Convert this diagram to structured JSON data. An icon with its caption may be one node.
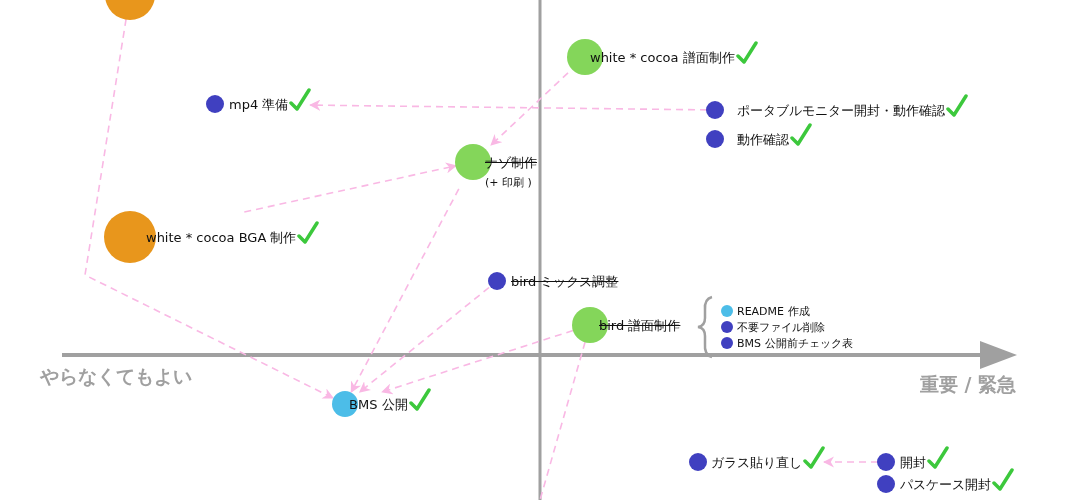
{
  "diagram": {
    "nodes": [
      {
        "text": [],
        "shape": "circle"
      },
      {
        "text": [
          "white * cocoa 譜面制作"
        ]
      },
      {
        "text": [
          "mp4 準備"
        ]
      },
      {
        "text": [
          "ポータブルモニター開封・動作確認"
        ]
      },
      {
        "text": [
          "動作確認"
        ]
      },
      {
        "text": [
          "ナゾ制作",
          "(+ 印刷 )"
        ]
      },
      {
        "text": [
          "white * cocoa BGA 制作"
        ]
      },
      {
        "text": [
          "bird ミックス調整"
        ]
      },
      {
        "text": [
          "bird 譜面制作"
        ]
      },
      {
        "text": [
          "README 作成"
        ]
      },
      {
        "text": [
          "不要ファイル削除"
        ]
      },
      {
        "text": [
          "BMS 公開前チェック表"
        ]
      },
      {
        "text": [
          "BMS 公開"
        ]
      },
      {
        "text": [
          "ガラス貼り直し"
        ]
      },
      {
        "text": [
          "開封"
        ]
      },
      {
        "text": [
          "パスケース開封"
        ]
      }
    ],
    "edges": [
      {
        "from": 0,
        "to": 12,
        "arrow": "to",
        "style": "dashed"
      },
      {
        "from": 3,
        "to": 2,
        "arrow": "to",
        "style": "dashed"
      },
      {
        "from": 1,
        "to": 5,
        "arrow": "to",
        "style": "dashed"
      },
      {
        "from": 6,
        "to": 5,
        "arrow": "to",
        "style": "dashed"
      },
      {
        "from": 5,
        "to": 12,
        "arrow": "to",
        "style": "dashed"
      },
      {
        "from": 7,
        "to": 12,
        "arrow": "to",
        "style": "dashed"
      },
      {
        "from": 8,
        "to": 12,
        "arrow": "to",
        "style": "dashed"
      },
      {
        "from": 8,
        "to": null,
        "arrow": "none",
        "style": "dashed"
      },
      {
        "from": 14,
        "to": 13,
        "arrow": "to",
        "style": "dashed"
      }
    ],
    "labels": [
      "やらなくてもよい",
      "重要 / 緊急"
    ]
  }
}
